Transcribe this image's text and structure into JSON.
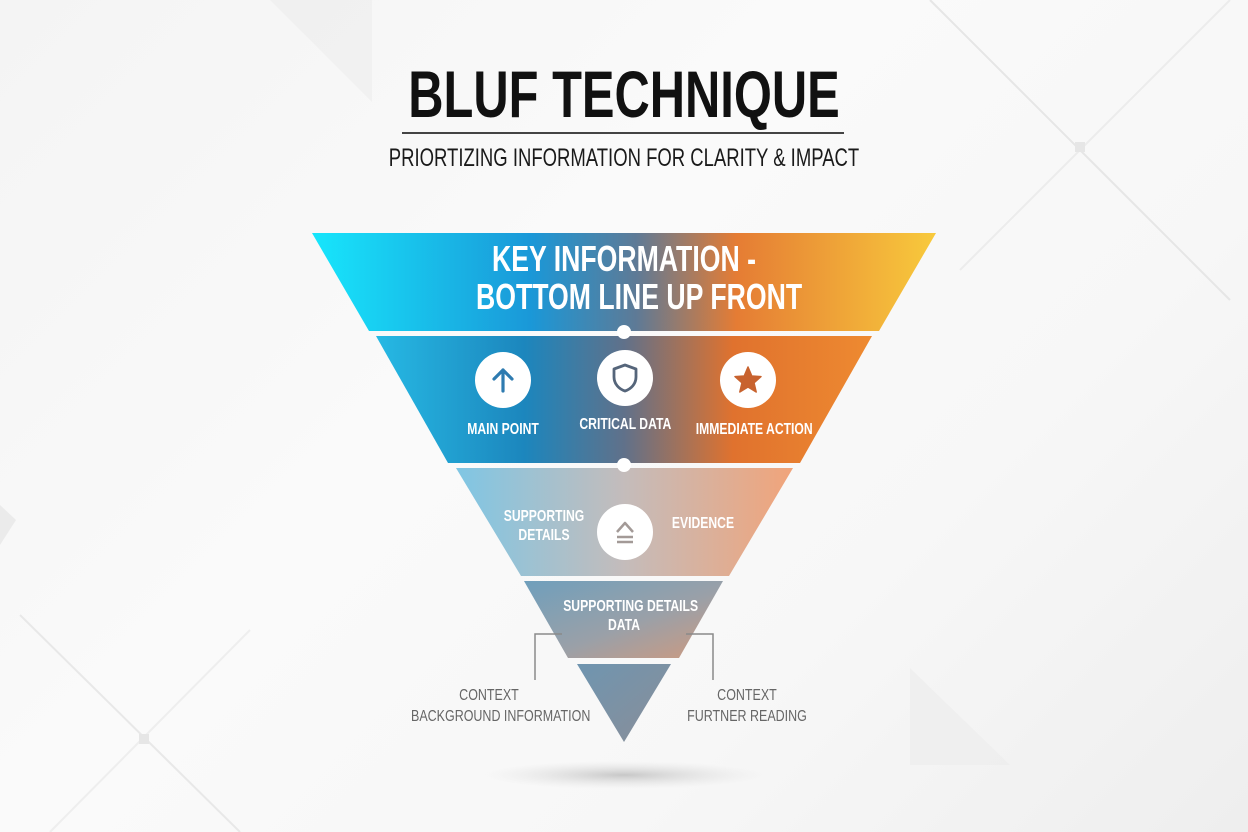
{
  "header": {
    "title": "BLUF TECHNIQUE",
    "subtitle": "PRIORTIZING INFORMATION FOR CLARITY & IMPACT"
  },
  "funnel": {
    "tier1": {
      "line1": "KEY INFORMATION -",
      "line2": "BOTTOM LINE UP FRONT"
    },
    "tier2": {
      "items": [
        {
          "label": "MAIN POINT",
          "icon": "arrow-up-icon"
        },
        {
          "label": "CRITICAL DATA",
          "icon": "shield-icon"
        },
        {
          "label": "IMMEDIATE ACTION",
          "icon": "star-icon"
        }
      ]
    },
    "tier3": {
      "left_line1": "SUPPORTING",
      "left_line2": "DETAILS",
      "right": "EVIDENCE",
      "icon": "balance-triangle-icon"
    },
    "tier4": {
      "line1": "SUPPORTING DETAILS",
      "line2": "DATA"
    },
    "tier5": {}
  },
  "context": {
    "left": {
      "line1": "CONTEXT",
      "line2": "BACKGROUND INFORMATION"
    },
    "right": {
      "line1": "CONTEXT",
      "line2": "FURTNER READING"
    }
  },
  "colors": {
    "cyan": "#17e3fb",
    "blue": "#1a8fd0",
    "orange": "#e8782c",
    "yellow": "#f7c43a",
    "icon_blue": "#2e7bb0",
    "icon_slate": "#55657a",
    "icon_orange": "#c8622e"
  }
}
